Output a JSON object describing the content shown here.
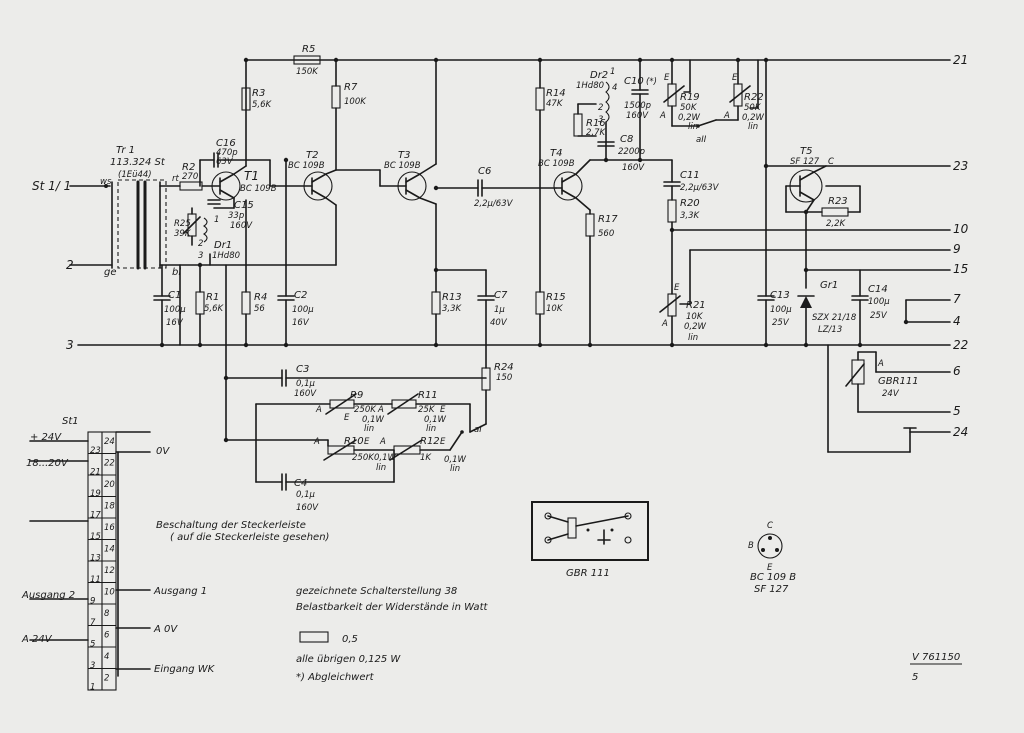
{
  "terminals": {
    "st1_1": "St 1/  1",
    "t2": "2",
    "t3": "3",
    "t21": "21",
    "t23": "23",
    "t10": "10",
    "t9": "9",
    "t15": "15",
    "t7": "7",
    "t4": "4",
    "t22": "22",
    "t6": "6",
    "t5": "5",
    "t24": "24"
  },
  "labels": {
    "tr1": "Tr 1",
    "tr1_type": "113.324 St",
    "tr1_core": "(1Eü44)",
    "ws": "ws",
    "ge": "ge",
    "bl": "bl",
    "rt": "rt"
  },
  "components": {
    "R1": {
      "name": "R1",
      "value": "5,6K"
    },
    "R2": {
      "name": "R2",
      "value": "270"
    },
    "R3": {
      "name": "R3",
      "value": "5,6K"
    },
    "R4": {
      "name": "R4",
      "value": "56"
    },
    "R5": {
      "name": "R5",
      "value": "150K"
    },
    "R7": {
      "name": "R7",
      "value": "100K"
    },
    "R13": {
      "name": "R13",
      "value": "3,3K"
    },
    "R14": {
      "name": "R14",
      "value": "47K"
    },
    "R15": {
      "name": "R15",
      "value": "10K"
    },
    "R16": {
      "name": "R16",
      "value": "2,7K"
    },
    "R17": {
      "name": "R17",
      "value": "560"
    },
    "R20": {
      "name": "R20",
      "value": "3,3K"
    },
    "R23": {
      "name": "R23",
      "value": "2,2K"
    },
    "R24": {
      "name": "R24",
      "value": "150"
    },
    "R25": {
      "name": "R25",
      "value": "39K"
    },
    "R9": {
      "name": "R9",
      "value": "250K",
      "power": "0,1W",
      "taper": "lin",
      "end_a": "A",
      "end_e": "E"
    },
    "R10": {
      "name": "R10",
      "value": "250K",
      "power": "0,1W",
      "taper": "lin",
      "end_a": "A",
      "end_e": "E"
    },
    "R11": {
      "name": "R11",
      "value": "25K",
      "power": "0,1W",
      "taper": "lin",
      "end_a": "A",
      "end_e": "E"
    },
    "R12": {
      "name": "R12",
      "value": "1K",
      "power": "0,1W",
      "taper": "lin",
      "end_a": "A",
      "end_e": "E"
    },
    "R19": {
      "name": "R19",
      "value": "50K",
      "power": "0,2W",
      "taper": "lin",
      "end_a": "A",
      "end_e": "E"
    },
    "R21": {
      "name": "R21",
      "value": "10K",
      "power": "0,2W",
      "taper": "lin",
      "end_a": "A",
      "end_e": "E"
    },
    "R22": {
      "name": "R22",
      "value": "50K",
      "power": "0,2W",
      "taper": "lin",
      "end_a": "A",
      "end_e": "E"
    },
    "C1": {
      "name": "C1",
      "value": "100µ",
      "voltage": "16V"
    },
    "C2": {
      "name": "C2",
      "value": "100µ",
      "voltage": "16V"
    },
    "C3": {
      "name": "C3",
      "value": "0,1µ",
      "voltage": "160V"
    },
    "C4": {
      "name": "C4",
      "value": "0,1µ",
      "voltage": "160V"
    },
    "C6": {
      "name": "C6",
      "value": "2,2µ/63V"
    },
    "C7": {
      "name": "C7",
      "value": "1µ",
      "voltage": "40V"
    },
    "C8": {
      "name": "C8",
      "value": "2200p",
      "voltage": "160V"
    },
    "C10": {
      "name": "C10",
      "marker": "(*)",
      "value": "1500p",
      "voltage": "160V"
    },
    "C11": {
      "name": "C11",
      "value": "2,2µ/63V"
    },
    "C13": {
      "name": "C13",
      "value": "100µ",
      "voltage": "25V"
    },
    "C14": {
      "name": "C14",
      "value": "100µ",
      "voltage": "25V"
    },
    "C15": {
      "name": "C15",
      "value": "33p",
      "voltage": "160V"
    },
    "C16": {
      "name": "C16",
      "value": "470p",
      "voltage": "63V"
    },
    "T1": {
      "name": "T1",
      "type": "BC 109B"
    },
    "T2": {
      "name": "T2",
      "type": "BC 109B"
    },
    "T3": {
      "name": "T3",
      "type": "BC 109B"
    },
    "T4": {
      "name": "T4",
      "type": "BC 109B"
    },
    "T5": {
      "name": "T5",
      "type": "SF 127",
      "pin_c": "C"
    },
    "Dr1": {
      "name": "Dr1",
      "type": "1Hd80",
      "pin1": "1",
      "pin2": "2",
      "pin3": "3"
    },
    "Dr2": {
      "name": "Dr2",
      "type": "1Hd80",
      "pin1": "1",
      "pin2": "2",
      "pin3": "3",
      "pin4": "4"
    },
    "Gr1": {
      "name": "Gr1",
      "type": "SZX 21/18",
      "range": "LZ/13"
    },
    "GBR111": {
      "name": "GBR111",
      "voltage": "24V",
      "pin_a": "A"
    },
    "a1": {
      "name": "aI"
    },
    "a2": {
      "name": "aII"
    }
  },
  "connector": {
    "title": "St1",
    "pins_right": [
      "24",
      "22",
      "20",
      "18",
      "16",
      "14",
      "12",
      "10",
      "8",
      "6",
      "4",
      "2"
    ],
    "pins_left": [
      "23",
      "21",
      "19",
      "17",
      "15",
      "13",
      "11",
      "9",
      "7",
      "5",
      "3",
      "1"
    ],
    "left": {
      "l24v": "+ 24V",
      "l1820v": "18...20V",
      "ausgang2": "Ausgang 2",
      "a24v": "A 24V"
    },
    "right": {
      "r0v": "0V",
      "ausgang1": "Ausgang 1",
      "a0v": "A 0V",
      "eingang": "Eingang WK"
    }
  },
  "notes": {
    "beschaltung": "Beschaltung der Steckerleiste",
    "ansicht": "( auf die Steckerleiste gesehen)",
    "schalterstellung": "gezeichnete  Schalterstellung 38",
    "belastbarkeit": "Belastbarkeit der Widerstände in Watt",
    "rating_box": "0,5",
    "rating_rest": "alle übrigen  0,125 W",
    "abgleichwert": "*)  Abgleichwert"
  },
  "footprint": {
    "gbr_label": "GBR 111"
  },
  "pinout": {
    "c": "C",
    "b": "B",
    "e": "E",
    "type1": "BC 109 B",
    "type2": "SF 127"
  },
  "footer": {
    "drawing_no": "V 761150",
    "sheet": "5"
  }
}
